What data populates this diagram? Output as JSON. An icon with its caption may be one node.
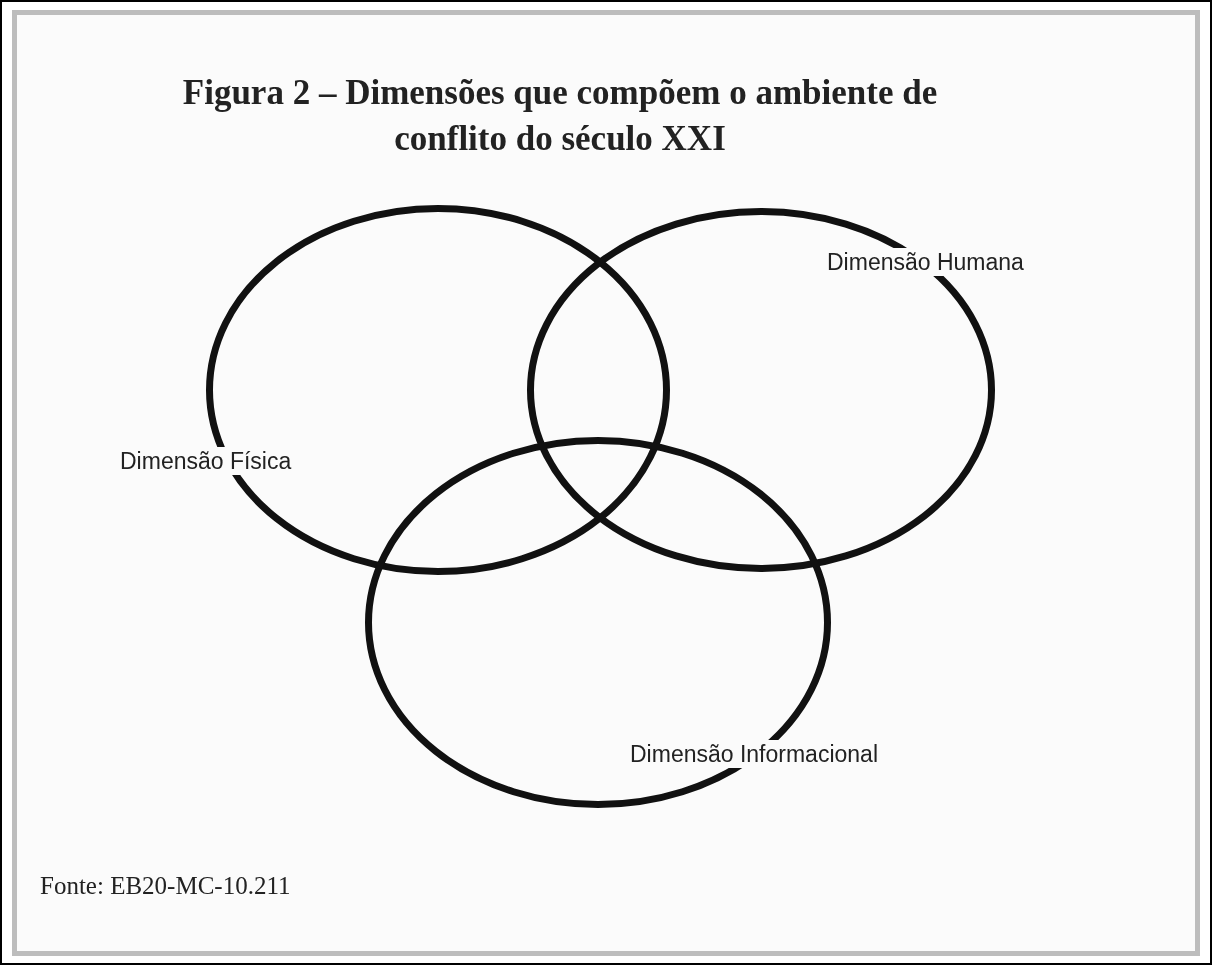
{
  "diagram": {
    "title": "Figura 2 – Dimensões que compõem o ambiente de conflito do século XXI",
    "nodes": [
      {
        "text": [
          "Dimensão Física"
        ]
      },
      {
        "text": [
          "Dimensão Humana"
        ]
      },
      {
        "text": [
          "Dimensão Informacional"
        ]
      }
    ],
    "caption": "Fonte: EB20-MC-10.211"
  }
}
